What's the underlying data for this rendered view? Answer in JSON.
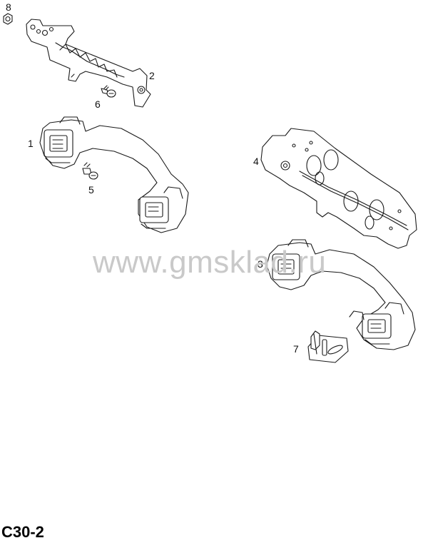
{
  "diagram": {
    "callouts": {
      "c1": "1",
      "c2": "2",
      "c3": "3",
      "c4": "4",
      "c5": "5",
      "c6": "6",
      "c7": "7",
      "c8": "8"
    },
    "watermark": "www.gmsklad.ru",
    "code": "C30-2"
  }
}
